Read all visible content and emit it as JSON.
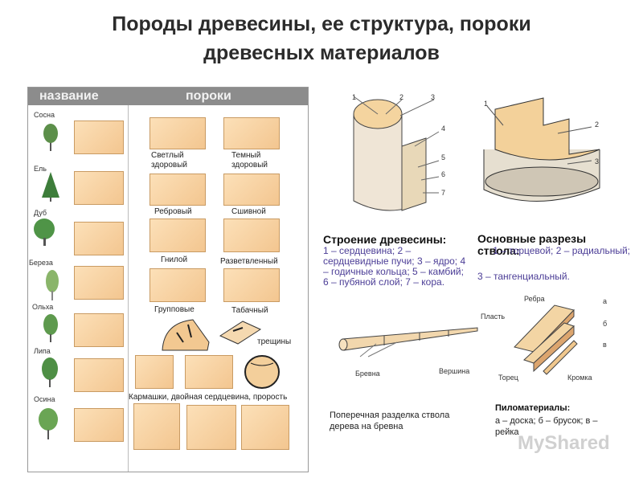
{
  "title_line1": "Породы древесины, ее структура, пороки",
  "title_line2": "древесных материалов",
  "table": {
    "col_name": "название",
    "col_defects": "пороки",
    "species": [
      "Сосна",
      "Ель",
      "Дуб",
      "Береза",
      "Ольха",
      "Липа",
      "Осина"
    ],
    "defects": {
      "light_healthy": "Светлый здоровый",
      "dark_healthy": "Темный здоровый",
      "ribbed": "Ребровый",
      "stitched": "Сшивной",
      "rotten": "Гнилой",
      "branched": "Разветвленный",
      "group": "Групповые",
      "tobacco": "Табачный",
      "cracks": "трещины",
      "bottom": "Кармашки, двойная сердцевина, прорость"
    }
  },
  "structure": {
    "numbers": [
      "1",
      "2",
      "3",
      "4",
      "5",
      "6",
      "7"
    ],
    "heading": "Строение древесины:",
    "body": "1 – сердцевина; 2 – сердцевидные пучи; 3 – ядро; 4 – годичные кольца; 5 – камбий; 6 – пубяной слой; 7 – кора."
  },
  "cuts": {
    "numbers": [
      "1",
      "2",
      "3"
    ],
    "heading": "Основные разрезы ствола:",
    "body1": "1 – торцевой; 2 – радиальный;",
    "body2": "3 – тангенциальный."
  },
  "logs": {
    "label_logs": "Бревна",
    "label_top": "Вершина",
    "caption": "Поперечная разделка ствола дерева на бревна"
  },
  "lumber": {
    "edges": "Ребра",
    "face": "Пласть",
    "end": "Торец",
    "edge": "Кромка",
    "letters": [
      "а",
      "б",
      "в"
    ],
    "heading": "Пиломатериалы:",
    "body": "а – доска; б – брусок; в – рейка"
  },
  "watermark": "MyShared"
}
